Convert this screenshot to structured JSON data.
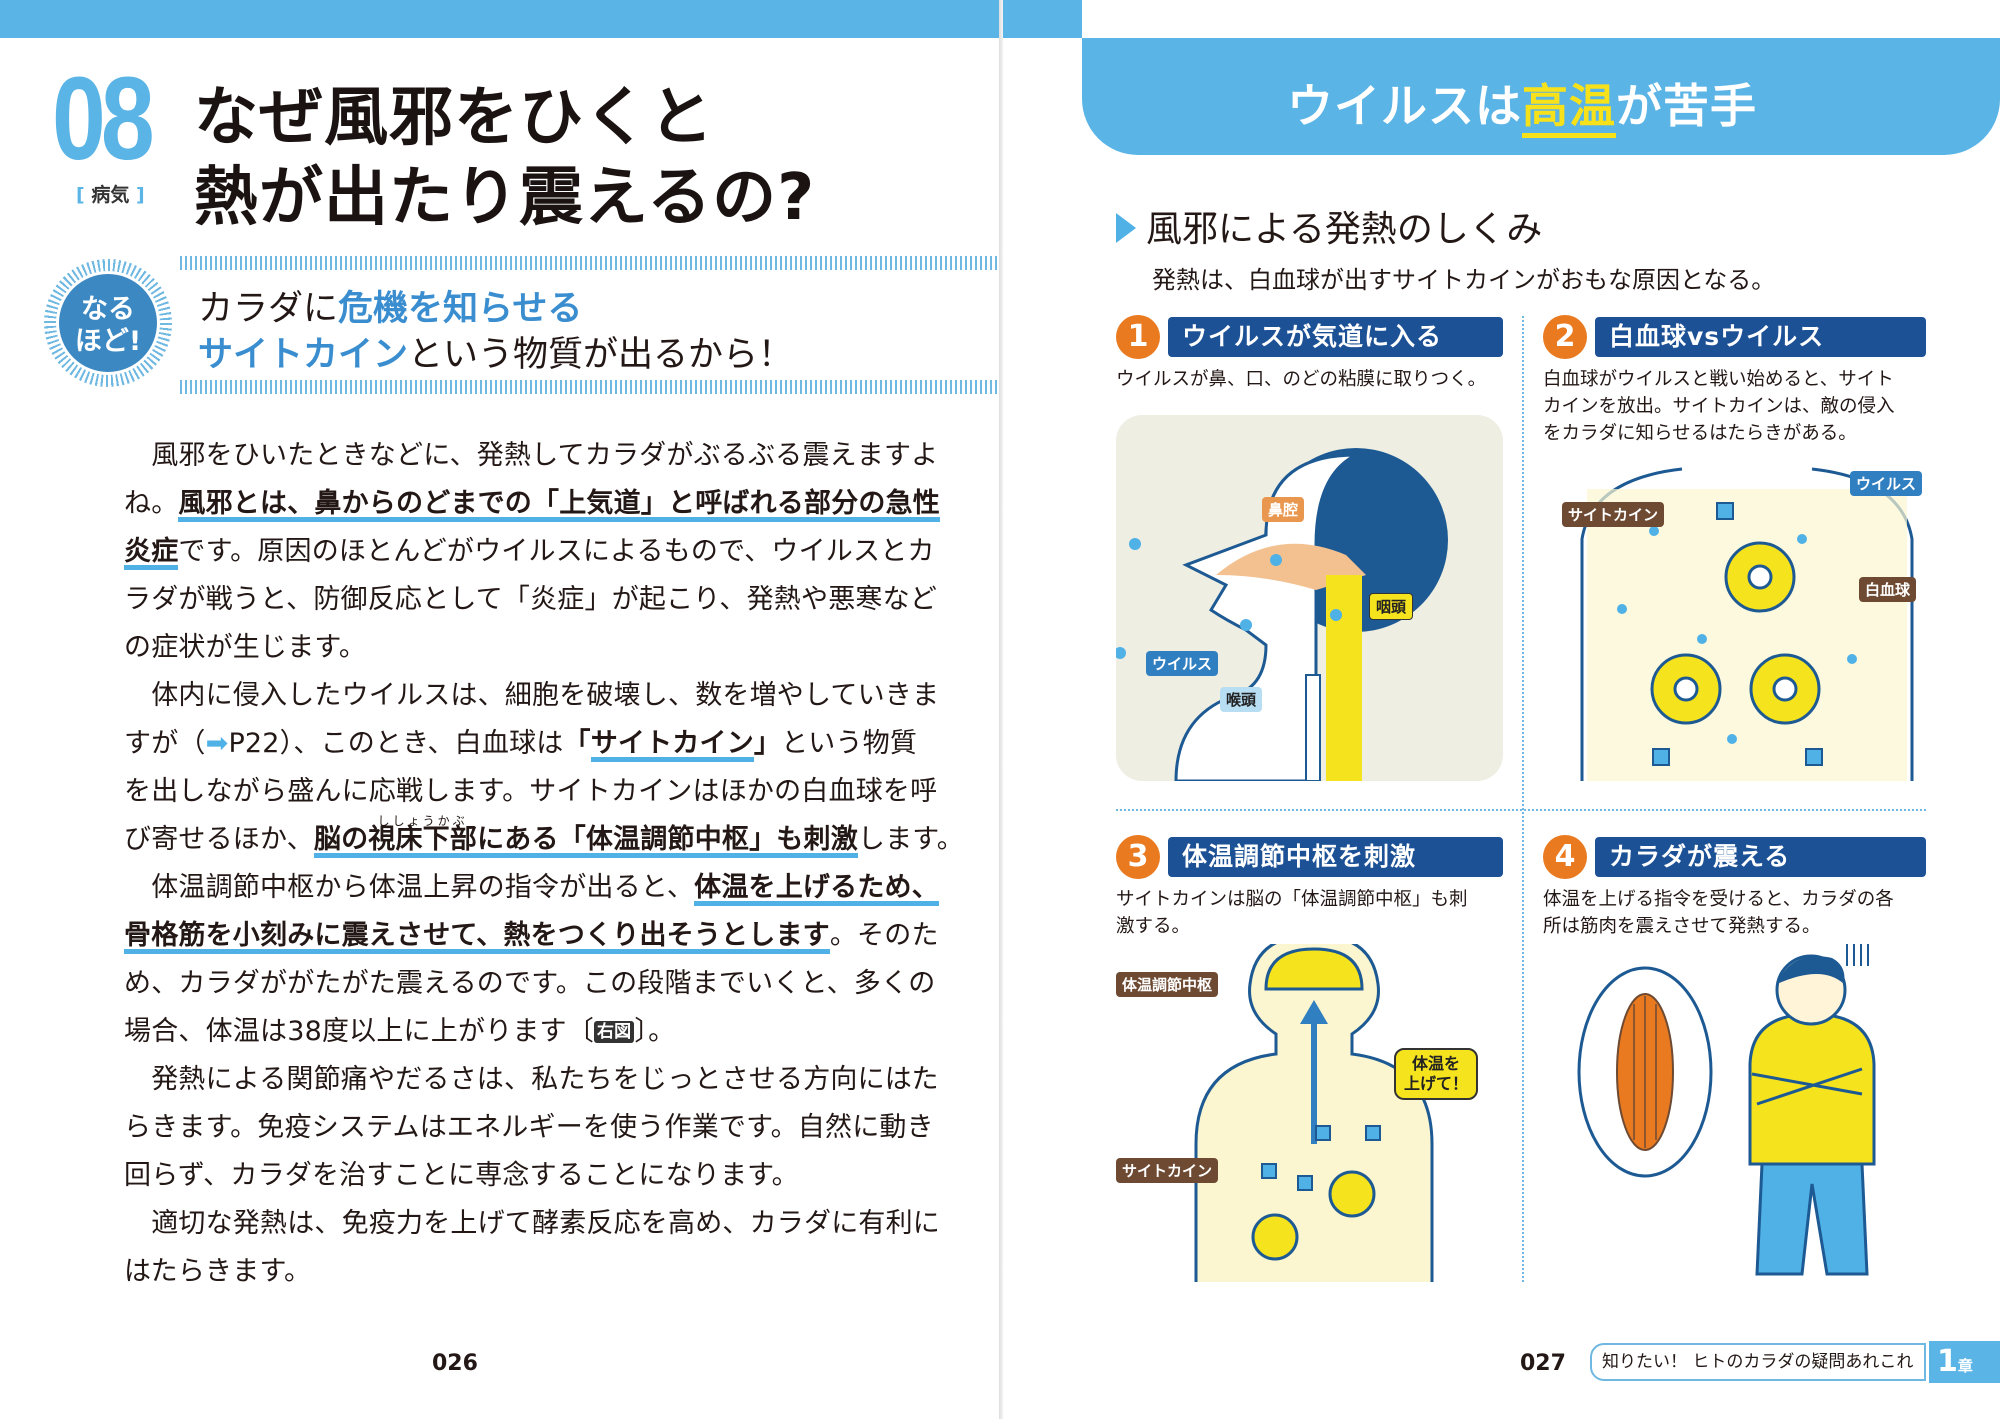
{
  "left_page": {
    "number": "08",
    "category": "病気",
    "title_lines": [
      "なぜ風邪をひくと",
      "熱が出たり震えるの?"
    ],
    "badge_lines": [
      "なる",
      "ほど!"
    ],
    "subtitle": {
      "line1": [
        {
          "t": "カラダに",
          "s": "n"
        },
        {
          "t": "危機を知らせる",
          "s": "hl"
        }
      ],
      "line2": [
        {
          "t": "サイトカイン",
          "s": "hl"
        },
        {
          "t": "という物質が出るから！",
          "s": "n"
        }
      ]
    },
    "body_lines": [
      [
        {
          "t": "　風邪をひいたときなどに、発熱してカラダがぶるぶる震えますよ",
          "s": "n"
        }
      ],
      [
        {
          "t": "ね。",
          "s": "n"
        },
        {
          "t": "風邪とは、鼻からのどまでの「上気道」と呼ばれる部分の急性",
          "s": "em"
        }
      ],
      [
        {
          "t": "炎症",
          "s": "em"
        },
        {
          "t": "です。原因のほとんどがウイルスによるもので、ウイルスとカ",
          "s": "n"
        }
      ],
      [
        {
          "t": "ラダが戦うと、防御反応として「炎症」が起こり、発熱や悪寒など",
          "s": "n"
        }
      ],
      [
        {
          "t": "の症状が生じます。",
          "s": "n"
        }
      ],
      [
        {
          "t": "　体内に侵入したウイルスは、細胞を破壊し、数を増やしていきま",
          "s": "n"
        }
      ],
      [
        {
          "t": "すが（",
          "s": "n"
        },
        {
          "t": "➡",
          "s": "lnk"
        },
        {
          "t": "P22）、このとき、白血球は",
          "s": "n"
        },
        {
          "t": "「",
          "s": "bd"
        },
        {
          "t": "サイトカイン",
          "s": "em"
        },
        {
          "t": "」",
          "s": "bd"
        },
        {
          "t": "という物質",
          "s": "n"
        }
      ],
      [
        {
          "t": "を出しながら盛んに応戦します。サイトカインはほかの白血球を呼",
          "s": "n"
        }
      ],
      [
        {
          "t": "び寄せるほか、",
          "s": "n"
        },
        {
          "t": "脳の",
          "s": "em"
        },
        {
          "t": "視床下部",
          "s": "em",
          "r": "ししょうかぶ"
        },
        {
          "t": "にある「体温調節中枢」も刺激",
          "s": "em"
        },
        {
          "t": "します。",
          "s": "n"
        }
      ],
      [
        {
          "t": "　体温調節中枢から体温上昇の指令が出ると、",
          "s": "n"
        },
        {
          "t": "体温を上げるため、",
          "s": "em"
        }
      ],
      [
        {
          "t": "骨格筋を小刻みに震えさせて、熱をつくり出そうとします",
          "s": "em"
        },
        {
          "t": "。そのた",
          "s": "n"
        }
      ],
      [
        {
          "t": "め、カラダががたがた震えるのです。この段階までいくと、多くの",
          "s": "n"
        }
      ],
      [
        {
          "t": "場合、体温は38度以上に上がります〔",
          "s": "n"
        },
        {
          "t": "右図",
          "s": "badge"
        },
        {
          "t": "〕。",
          "s": "n"
        }
      ],
      [
        {
          "t": "　発熱による関節痛やだるさは、私たちをじっとさせる方向にはた",
          "s": "n"
        }
      ],
      [
        {
          "t": "らきます。免疫システムはエネルギーを使う作業です。自然に動き",
          "s": "n"
        }
      ],
      [
        {
          "t": "回らず、カラダを治すことに専念することになります。",
          "s": "n"
        }
      ],
      [
        {
          "t": "　適切な発熱は、免疫力を上げて酵素反応を高め、カラダに有利に",
          "s": "n"
        }
      ],
      [
        {
          "t": "はたらきます。",
          "s": "n"
        }
      ]
    ],
    "page_number": "026"
  },
  "right_page": {
    "header": {
      "pre": "ウイルスは",
      "highlight": "高温",
      "post": "が苦手"
    },
    "section_title": "風邪による発熱のしくみ",
    "section_subtitle": "発熱は、白血球が出すサイトカインがおもな原因となる。",
    "panels": [
      {
        "num": "1",
        "title": "ウイルスが気道に入る",
        "text": [
          "ウイルスが鼻、口、のどの粘膜に取りつく。"
        ],
        "labels": [
          "鼻腔",
          "咽頭",
          "ウイルス",
          "喉頭"
        ]
      },
      {
        "num": "2",
        "title": "白血球vsウイルス",
        "text": [
          "白血球がウイルスと戦い始めると、サイト",
          "カインを放出。サイトカインは、敵の侵入",
          "をカラダに知らせるはたらきがある。"
        ],
        "labels": [
          "サイトカイン",
          "ウイルス",
          "白血球"
        ]
      },
      {
        "num": "3",
        "title": "体温調節中枢を刺激",
        "text": [
          "サイトカインは脳の「体温調節中枢」も刺",
          "激する。"
        ],
        "labels": [
          "体温調節中枢",
          "体温を",
          "上げて！",
          "サイトカイン"
        ]
      },
      {
        "num": "4",
        "title": "カラダが震える",
        "text": [
          "体温を上げる指令を受けると、カラダの各",
          "所は筋肉を震えさせて発熱する。"
        ],
        "labels": []
      }
    ],
    "page_number": "027",
    "footer_title": "知りたい！ ヒトのカラダの疑問あれこれ",
    "chapter_num": "1",
    "chapter_suffix": "章"
  },
  "colors": {
    "accent": "#5ab4e6",
    "navy": "#1d5196",
    "orange": "#ea7a1f",
    "yellow": "#f5e31e"
  }
}
